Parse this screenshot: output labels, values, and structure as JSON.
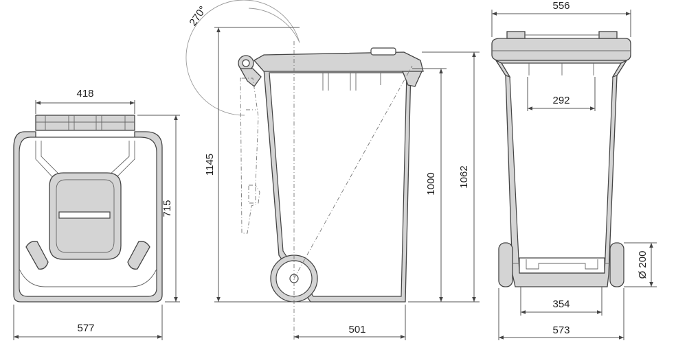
{
  "dimensions": {
    "top_width_418": "418",
    "top_outer_577": "577",
    "top_depth_715": "715",
    "angle_270": "270°",
    "height_1145": "1145",
    "depth_501": "501",
    "height_1000": "1000",
    "height_1062": "1062",
    "width_556": "556",
    "inner_292": "292",
    "wheel_dia_200": "Ø 200",
    "wheelbase_354": "354",
    "width_573": "573"
  },
  "colors": {
    "body": "#d4d4d4",
    "line": "#444444"
  }
}
